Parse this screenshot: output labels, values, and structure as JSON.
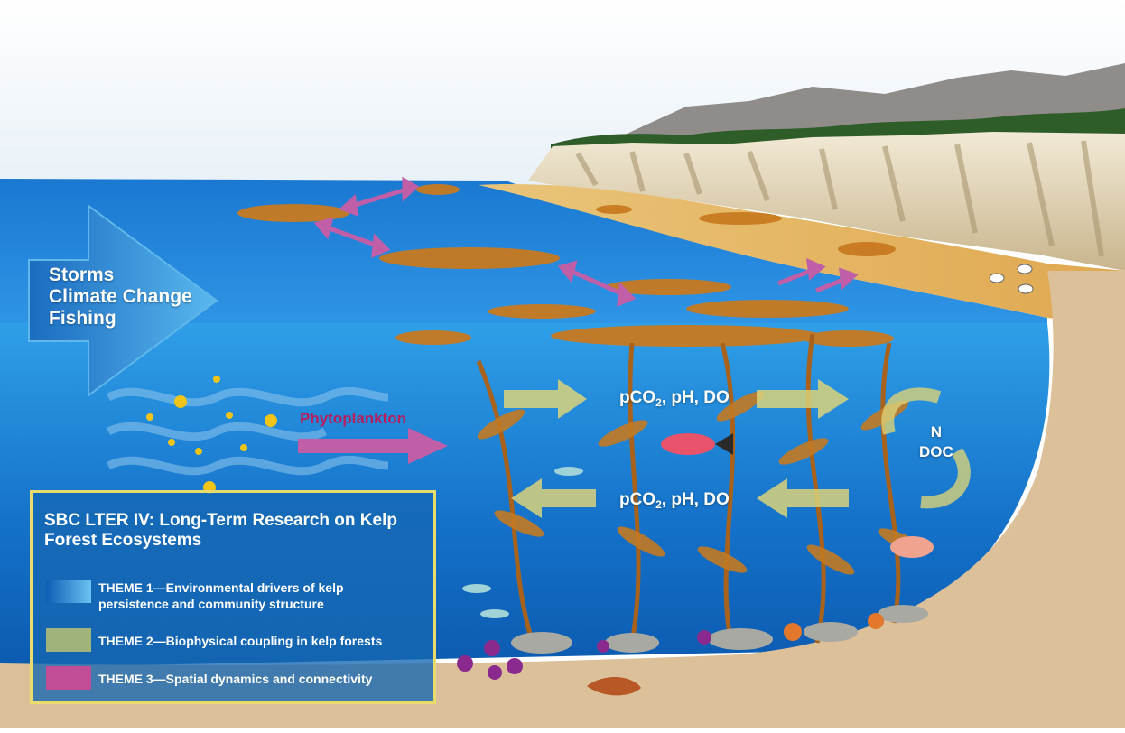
{
  "drivers": [
    "Storms",
    "Climate Change",
    "Fishing"
  ],
  "phytoplankton_label": "Phytoplankton",
  "flux_labels": {
    "top": {
      "prefix": "pCO",
      "sub": "2",
      "suffix": ", pH, DO"
    },
    "bottom": {
      "prefix": "pCO",
      "sub": "2",
      "suffix": ", pH, DO"
    }
  },
  "cycle_labels": [
    "N",
    "DOC"
  ],
  "legend": {
    "title": "SBC LTER IV: Long-Term Research on Kelp Forest Ecosystems",
    "themes": [
      {
        "text": "THEME 1—Environmental drivers of kelp persistence and community structure",
        "color": "#2a7fd0"
      },
      {
        "text": "THEME 2—Biophysical coupling in kelp forests",
        "color": "#9fb37a"
      },
      {
        "text": "THEME 3—Spatial dynamics and connectivity",
        "color": "#c04d95"
      }
    ]
  },
  "colors": {
    "sky": "#f4f8fb",
    "ocean": "#1f7fd0",
    "sand": "#dbc09a",
    "kelp": "#c37a22",
    "arrow_theme3": "#c05ea8",
    "arrow_theme2": "#d9d27a"
  }
}
